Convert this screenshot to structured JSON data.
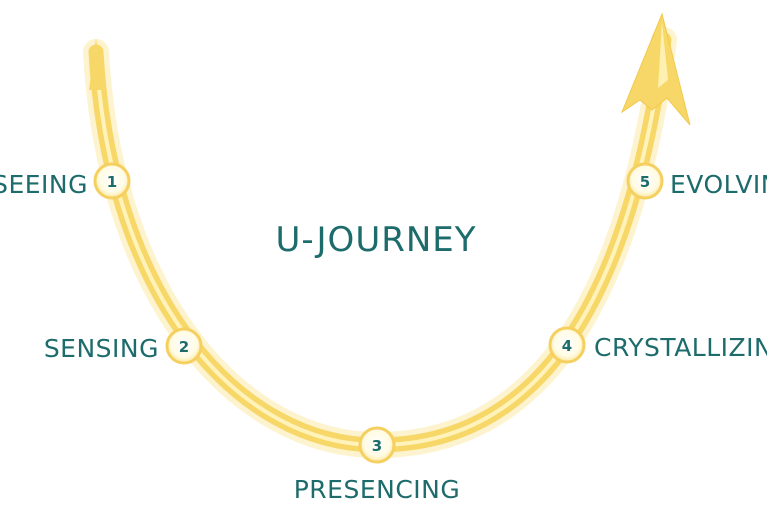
{
  "diagram": {
    "title": "U-JOURNEY",
    "stages": [
      {
        "number": "1",
        "label": "SEEING"
      },
      {
        "number": "2",
        "label": "SENSING"
      },
      {
        "number": "3",
        "label": "PRESENCING"
      },
      {
        "number": "4",
        "label": "CRYSTALLIZING"
      },
      {
        "number": "5",
        "label": "EVOLVING"
      }
    ]
  },
  "colors": {
    "text": "#1d6b6b",
    "arc": "#f7d767",
    "arc_highlight": "#fff6c4",
    "node_fill": "#fffbe6",
    "node_ring": "#f5d060"
  }
}
